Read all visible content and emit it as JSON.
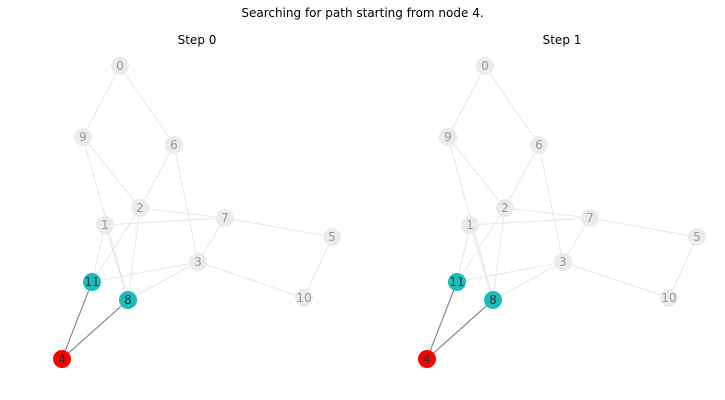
{
  "title": "Searching for path starting from node 4.",
  "colors": {
    "inactive_node": "#ebebeb",
    "inactive_label": "#9a9a9a",
    "inactive_edge": "#e6e6e6",
    "start_node": "#ff0000",
    "frontier_node": "#17bebb",
    "active_label": "#333333",
    "active_edge": "#8c8c8c"
  },
  "graph": {
    "nodes": [
      "0",
      "1",
      "2",
      "3",
      "4",
      "5",
      "6",
      "7",
      "8",
      "9",
      "10",
      "11"
    ],
    "edges": [
      [
        "0",
        "9"
      ],
      [
        "0",
        "6"
      ],
      [
        "9",
        "2"
      ],
      [
        "9",
        "8"
      ],
      [
        "6",
        "2"
      ],
      [
        "6",
        "3"
      ],
      [
        "2",
        "7"
      ],
      [
        "2",
        "11"
      ],
      [
        "2",
        "8"
      ],
      [
        "1",
        "7"
      ],
      [
        "1",
        "8"
      ],
      [
        "1",
        "11"
      ],
      [
        "7",
        "3"
      ],
      [
        "7",
        "5"
      ],
      [
        "3",
        "11"
      ],
      [
        "3",
        "8"
      ],
      [
        "3",
        "10"
      ],
      [
        "5",
        "10"
      ],
      [
        "4",
        "11"
      ],
      [
        "4",
        "8"
      ]
    ]
  },
  "panels": [
    {
      "title": "Step 0",
      "start": [
        "4"
      ],
      "frontier": [
        "11",
        "8"
      ],
      "active_edges": [
        [
          "4",
          "11"
        ],
        [
          "4",
          "8"
        ]
      ]
    },
    {
      "title": "Step 1",
      "start": [
        "4"
      ],
      "frontier": [
        "11",
        "8"
      ],
      "active_edges": [
        [
          "4",
          "11"
        ],
        [
          "4",
          "8"
        ]
      ]
    }
  ]
}
